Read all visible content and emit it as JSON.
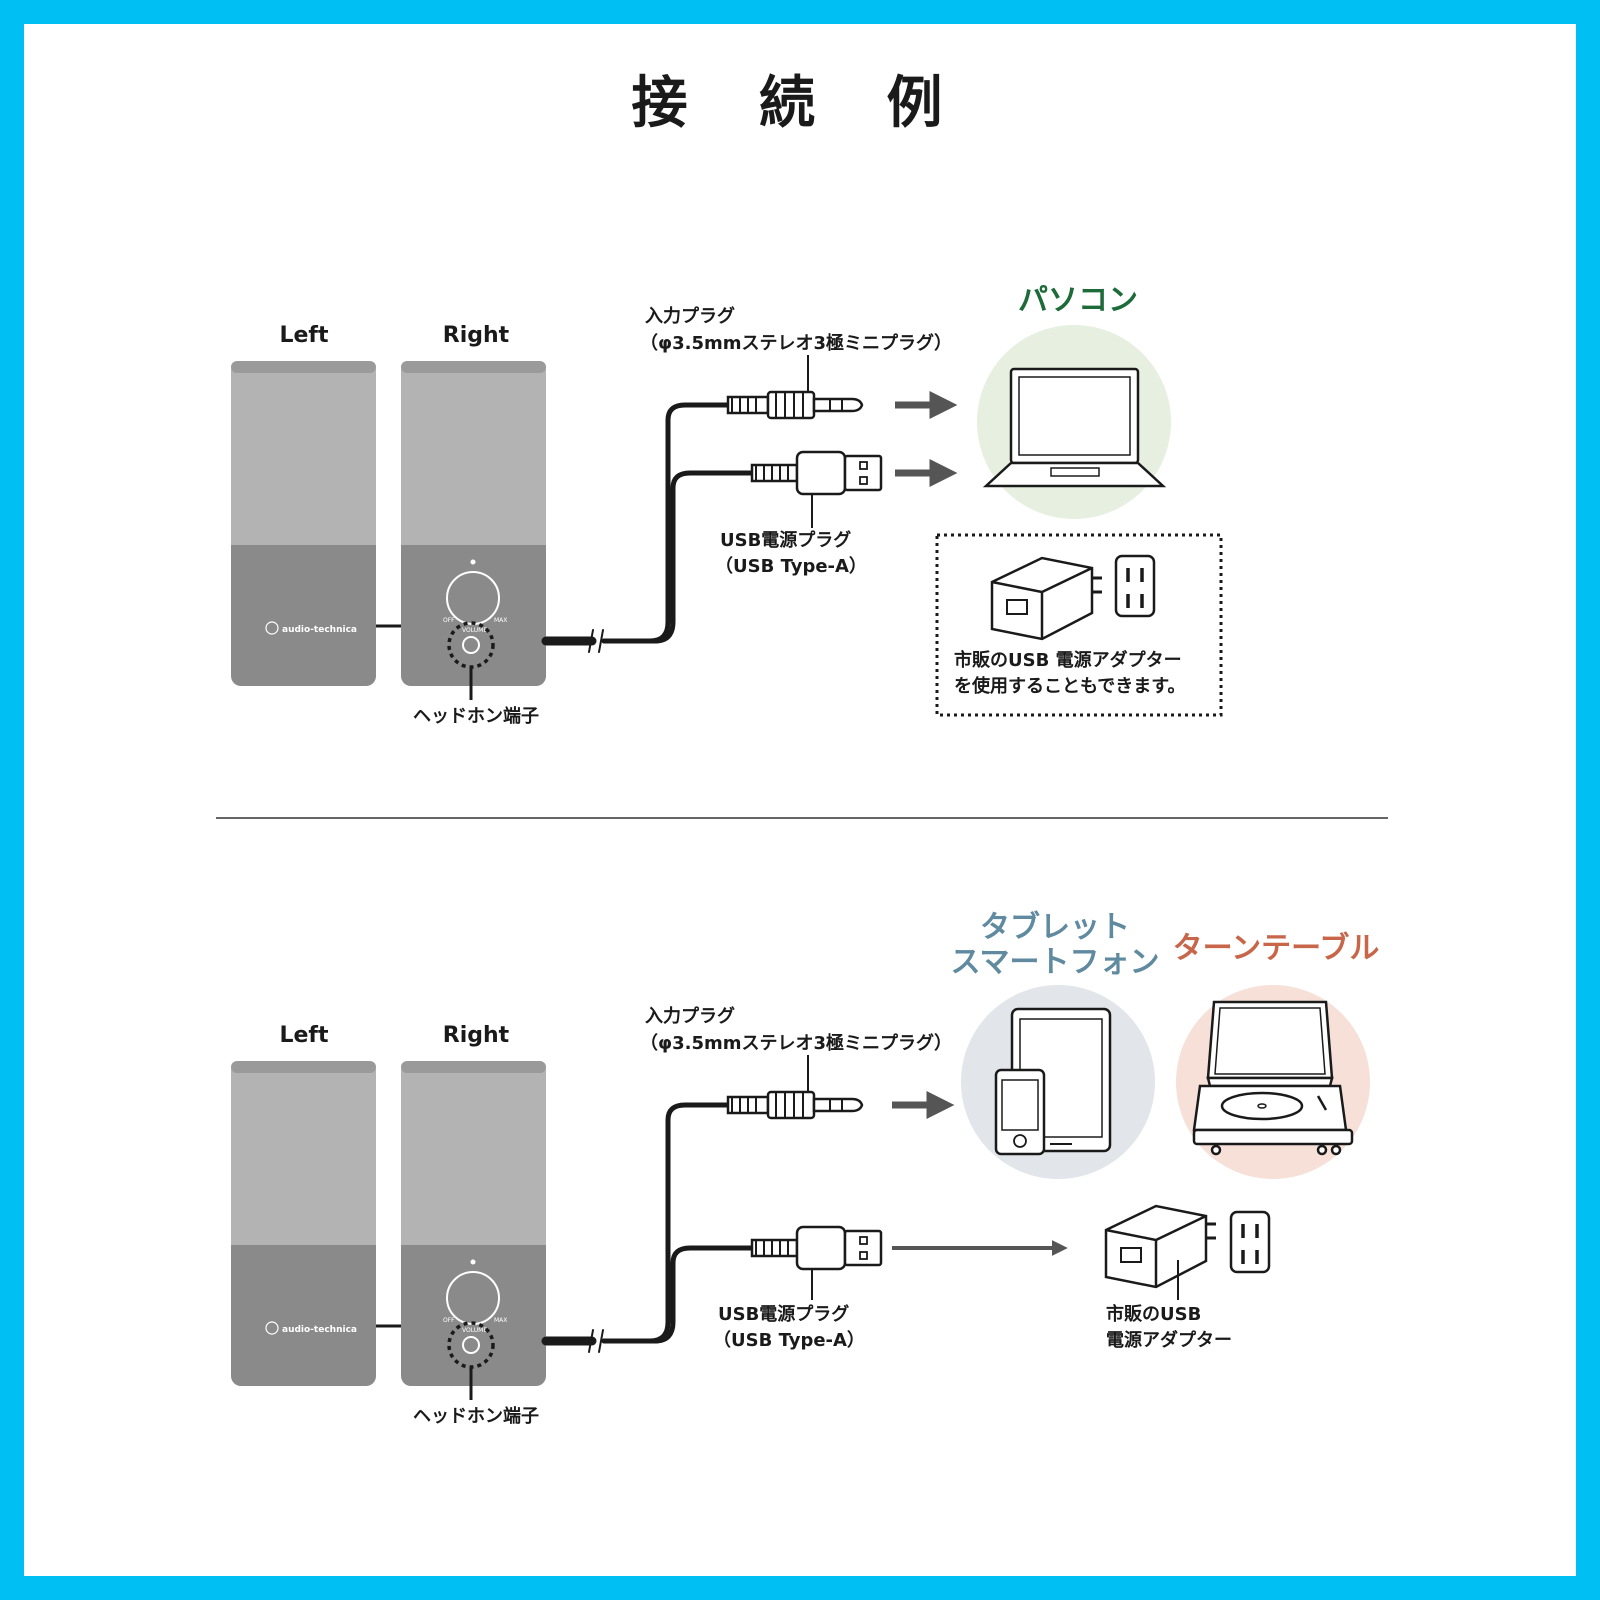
{
  "title": "接 続 例",
  "colors": {
    "frame": "#00bff3",
    "pc_label": "#1e6b3a",
    "tablet_label": "#5f8aa0",
    "turntable_label": "#c8664a",
    "pc_circle": "#e6efe0",
    "tablet_circle": "#e2e6ea",
    "turntable_circle": "#f6e0d8",
    "speaker_top": "#b3b3b3",
    "speaker_bottom": "#8a8a8a",
    "arrow": "#555555",
    "cable": "#1a1a1a"
  },
  "speaker": {
    "left_label": "Left",
    "right_label": "Right",
    "brand": "audio-technica",
    "knob_off": "OFF",
    "knob_volume": "VOLUME",
    "knob_max": "MAX"
  },
  "section1": {
    "input_plug_line1": "入力プラグ",
    "input_plug_line2": "（φ3.5mmステレオ3極ミニプラグ）",
    "usb_plug_line1": "USB電源プラグ",
    "usb_plug_line2": "（USB Type-A）",
    "headphone": "ヘッドホン端子",
    "device": "パソコン",
    "adapter_note_line1": "市販のUSB 電源アダプター",
    "adapter_note_line2": "を使用することもできます。"
  },
  "section2": {
    "input_plug_line1": "入力プラグ",
    "input_plug_line2": "（φ3.5mmステレオ3極ミニプラグ）",
    "usb_plug_line1": "USB電源プラグ",
    "usb_plug_line2": "（USB Type-A）",
    "headphone": "ヘッドホン端子",
    "device_tablet_line1": "タブレット",
    "device_tablet_line2": "スマートフォン",
    "device_turntable": "ターンテーブル",
    "adapter_line1": "市販のUSB",
    "adapter_line2": "電源アダプター"
  },
  "icons": [
    "laptop-icon",
    "usb-adapter-icon",
    "wall-outlet-icon",
    "tablet-icon",
    "phone-icon",
    "turntable-icon"
  ]
}
